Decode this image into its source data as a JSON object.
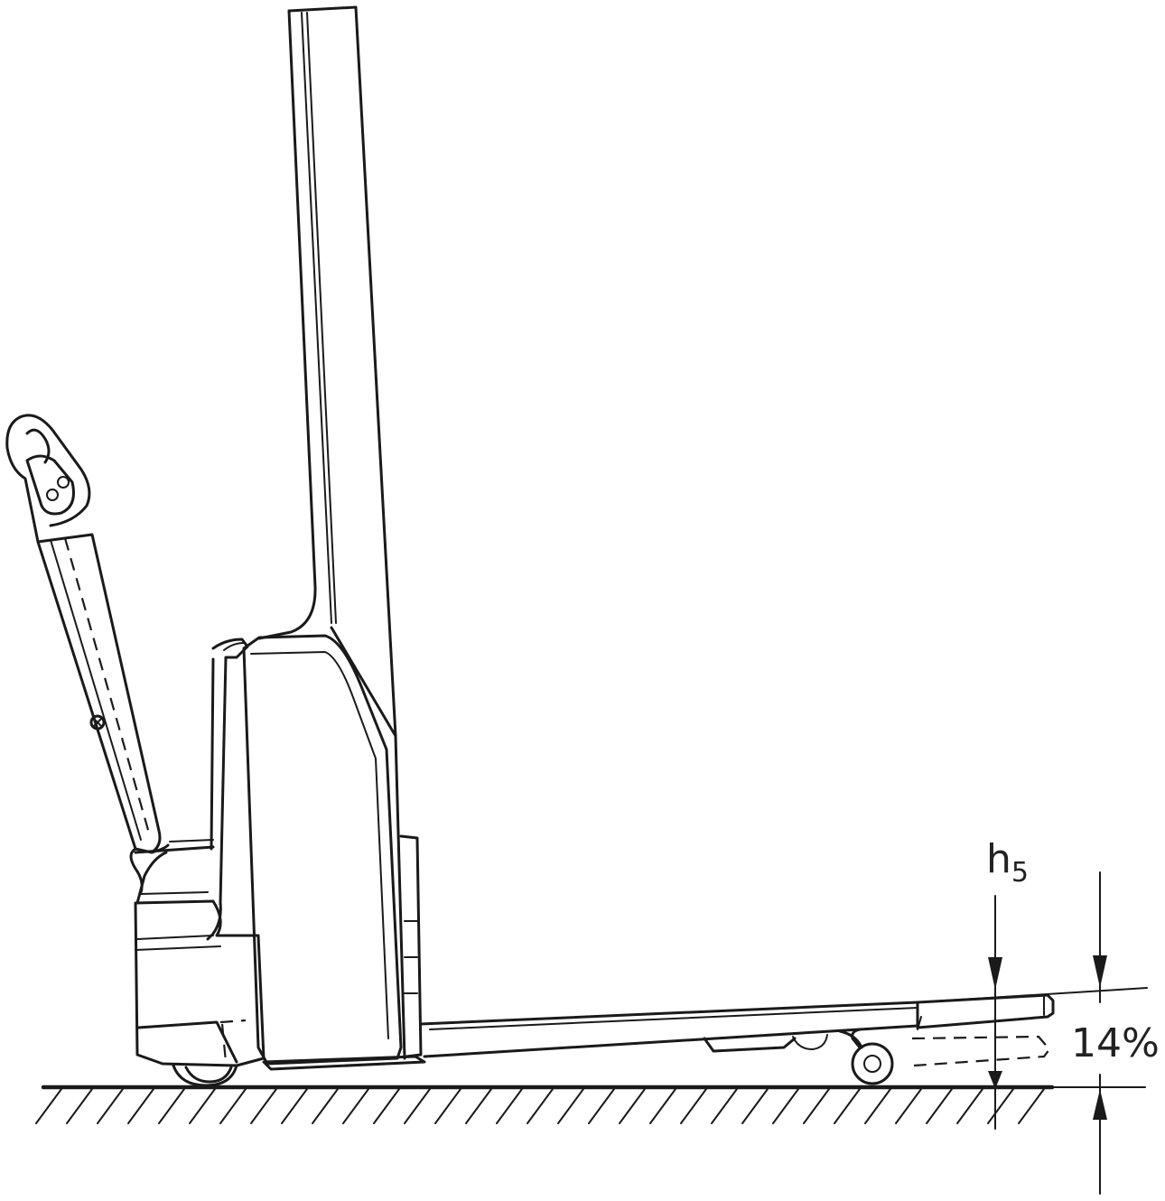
{
  "diagram": {
    "dimension_label": "h",
    "dimension_subscript": "5",
    "angle_label": "14%"
  },
  "colors": {
    "ink": "#1a1a1a",
    "background": "#ffffff"
  }
}
